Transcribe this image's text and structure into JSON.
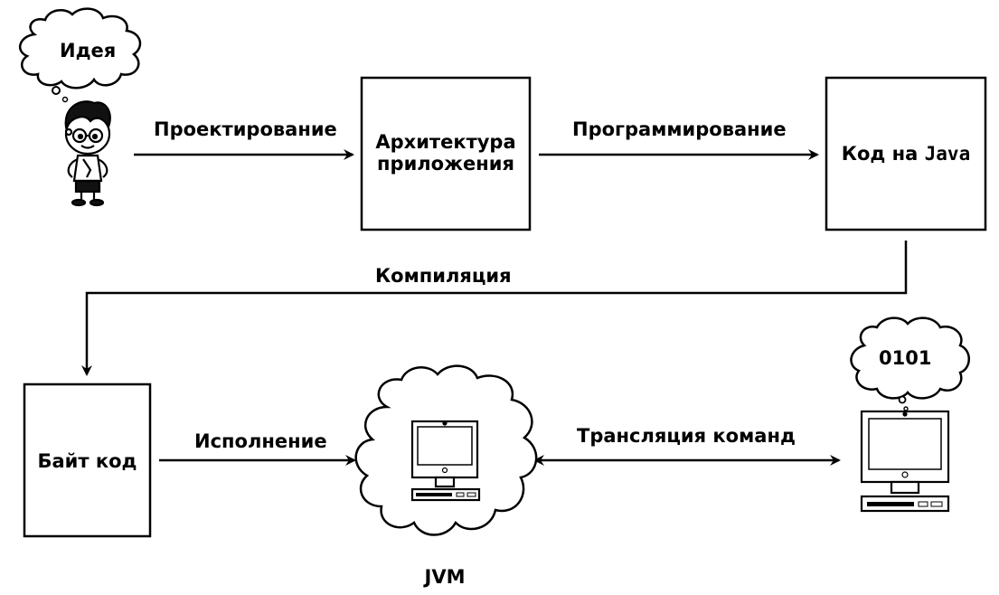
{
  "idea_bubble": "Идея",
  "binary_bubble": "0101",
  "arrows": {
    "design": "Проектирование",
    "programming": "Программирование",
    "compilation": "Компиляция",
    "execution": "Исполнение",
    "translation": "Трансляция команд"
  },
  "boxes": {
    "architecture_line1": "Архитектура",
    "architecture_line2": "приложения",
    "java_code_prefix": "Код на",
    "java_code_lang": "Java",
    "bytecode": "Байт код"
  },
  "jvm_label": "JVM",
  "icons": [
    "thought-cloud-icon",
    "boy-character-icon",
    "computer-icon",
    "jvm-cloud-icon"
  ]
}
